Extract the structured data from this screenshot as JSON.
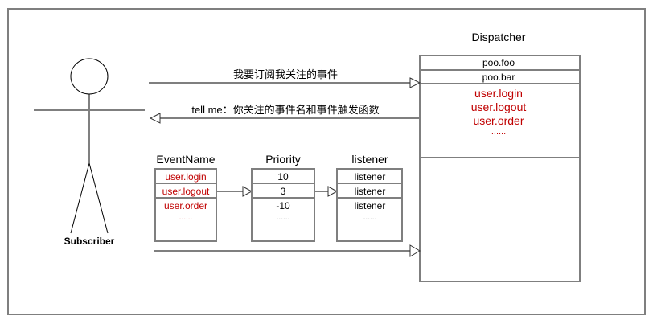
{
  "actor": {
    "label": "Subscriber"
  },
  "dispatcher": {
    "title": "Dispatcher",
    "rows": [
      "poo.foo",
      "poo.bar"
    ],
    "events": [
      "user.login",
      "user.logout",
      "user.order",
      "......"
    ]
  },
  "messages": {
    "subscribe": "我要订阅我关注的事件",
    "tell_me": "tell me：你关注的事件名和事件触发函数"
  },
  "tables": {
    "event_name": {
      "header": "EventName",
      "rows": [
        "user.login",
        "user.logout",
        "user.order",
        "......"
      ]
    },
    "priority": {
      "header": "Priority",
      "rows": [
        "10",
        "3",
        "-10",
        "......"
      ]
    },
    "listener": {
      "header": "listener",
      "rows": [
        "listener",
        "listener",
        "listener",
        "......"
      ]
    }
  },
  "colors": {
    "line": "#7f7f7f",
    "highlight": "#c00000",
    "text": "#000000"
  }
}
